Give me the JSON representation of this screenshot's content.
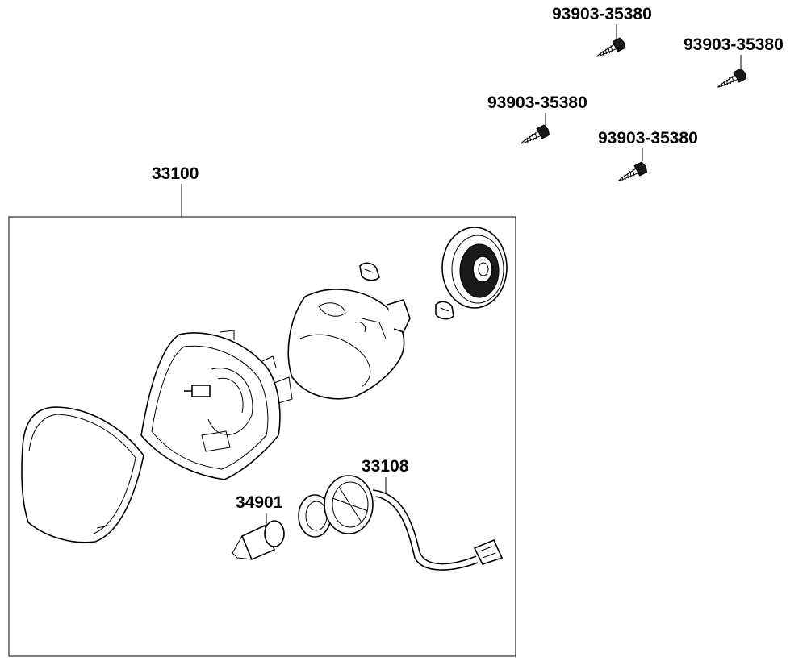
{
  "parts": {
    "screw_1": "93903-35380",
    "screw_2": "93903-35380",
    "screw_3": "93903-35380",
    "screw_4": "93903-35380",
    "headlight_assembly": "33100",
    "bulb": "34901",
    "socket_harness": "33108"
  },
  "colors": {
    "line": "#000000",
    "background": "#ffffff"
  }
}
